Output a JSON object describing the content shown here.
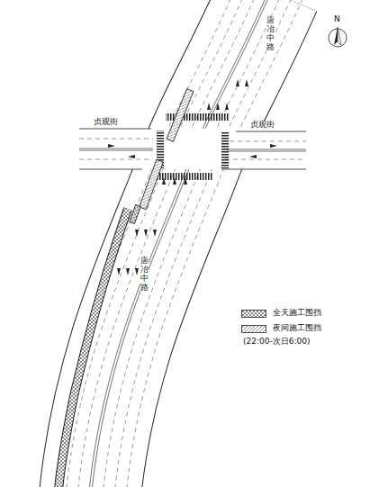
{
  "diagram": {
    "labels": [
      "N",
      "唐冶中路",
      "贞观街",
      "贞观街",
      "唐冶中路",
      "(22:00-次日6:00)"
    ],
    "legend": [
      {
        "text": "全天施工围挡"
      },
      {
        "text": "夜间施工围挡"
      }
    ]
  }
}
